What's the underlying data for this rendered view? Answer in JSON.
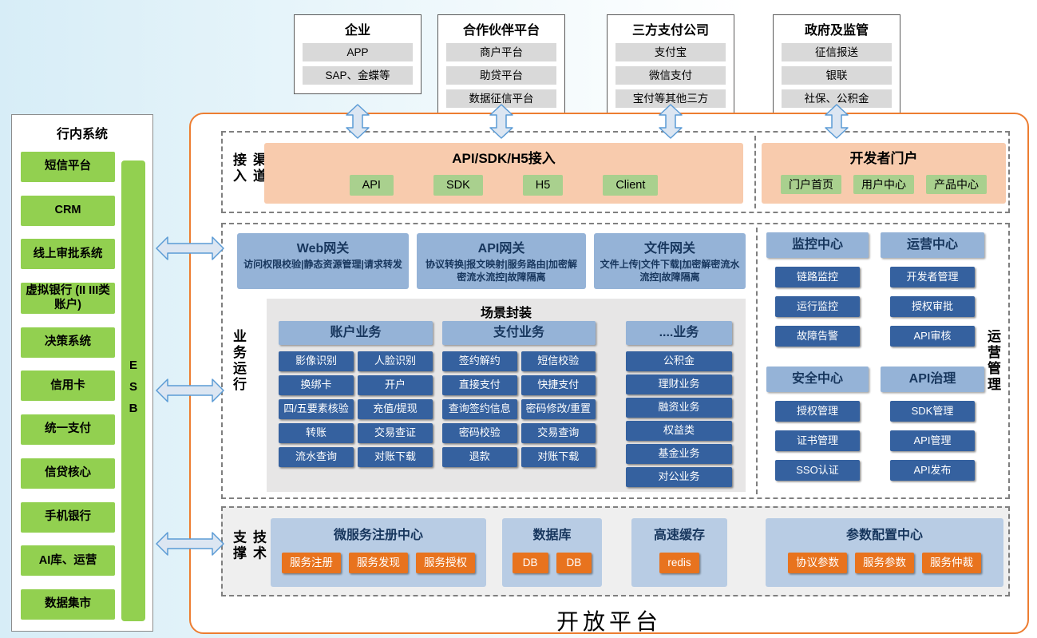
{
  "external_systems": [
    {
      "title": "企业",
      "items": [
        "APP",
        "SAP、金蝶等"
      ]
    },
    {
      "title": "合作伙伴平台",
      "items": [
        "商户平台",
        "助贷平台",
        "数据征信平台"
      ]
    },
    {
      "title": "三方支付公司",
      "items": [
        "支付宝",
        "微信支付",
        "宝付等其他三方"
      ]
    },
    {
      "title": "政府及监管",
      "items": [
        "征信报送",
        "银联",
        "社保、公积金"
      ]
    }
  ],
  "sidebar": {
    "title": "行内系统",
    "items": [
      "短信平台",
      "CRM",
      "线上审批系统",
      "虚拟银行 (II III类账户)",
      "决策系统",
      "信用卡",
      "统一支付",
      "信贷核心",
      "手机银行",
      "AI库、运营",
      "数据集市"
    ],
    "esb": "ESB"
  },
  "platform": {
    "title": "开放平台",
    "channel": {
      "label": "渠道接入",
      "api_box": {
        "title": "API/SDK/H5接入",
        "items": [
          "API",
          "SDK",
          "H5",
          "Client"
        ]
      },
      "portal_box": {
        "title": "开发者门户",
        "items": [
          "门户首页",
          "用户中心",
          "产品中心"
        ]
      }
    },
    "business": {
      "label": "业务运行",
      "gateways": [
        {
          "title": "Web网关",
          "desc": "访问权限校验|静态资源管理|请求转发"
        },
        {
          "title": "API网关",
          "desc": "协议转换|报文映射|服务路由|加密解密流水流控|故障隔离"
        },
        {
          "title": "文件网关",
          "desc": "文件上传|文件下载|加密解密流水流控|故障隔离"
        }
      ],
      "scenario": {
        "title": "场景封装",
        "account": {
          "title": "账户业务",
          "items": [
            "影像识别",
            "人脸识别",
            "换绑卡",
            "开户",
            "四/五要素核验",
            "充值/提现",
            "转账",
            "交易查证",
            "流水查询",
            "对账下载"
          ]
        },
        "payment": {
          "title": "支付业务",
          "items": [
            "签约解约",
            "短信校验",
            "直接支付",
            "快捷支付",
            "查询签约信息",
            "密码修改/重置",
            "密码校验",
            "交易查询",
            "退款",
            "对账下载"
          ]
        },
        "other": {
          "title": "....业务",
          "items": [
            "公积金",
            "理财业务",
            "融资业务",
            "权益类",
            "基金业务",
            "对公业务"
          ]
        }
      }
    },
    "ops": {
      "label": "运营管理",
      "centers": [
        {
          "title": "监控中心",
          "items": [
            "链路监控",
            "运行监控",
            "故障告警"
          ]
        },
        {
          "title": "运营中心",
          "items": [
            "开发者管理",
            "授权审批",
            "API审核"
          ]
        },
        {
          "title": "安全中心",
          "items": [
            "授权管理",
            "证书管理",
            "SSO认证"
          ]
        },
        {
          "title": "API治理",
          "items": [
            "SDK管理",
            "API管理",
            "API发布"
          ]
        }
      ]
    },
    "tech": {
      "label": "技术支撑",
      "boxes": [
        {
          "title": "微服务注册中心",
          "items": [
            "服务注册",
            "服务发现",
            "服务授权"
          ]
        },
        {
          "title": "数据库",
          "items": [
            "DB",
            "DB"
          ]
        },
        {
          "title": "高速缓存",
          "items": [
            "redis"
          ]
        },
        {
          "title": "参数配置中心",
          "items": [
            "协议参数",
            "服务参数",
            "服务仲裁"
          ]
        }
      ]
    }
  },
  "colors": {
    "platform_border": "#ed7d31",
    "green": "#92d050",
    "light_green": "#a9d08e",
    "light_blue": "#95b3d7",
    "pale_blue": "#b8cce4",
    "dark_blue": "#35619f",
    "peach": "#f8cbad",
    "orange_chip": "#e8731e",
    "gray_item": "#d9d9d9",
    "arrow_stroke": "#5b9bd5"
  }
}
